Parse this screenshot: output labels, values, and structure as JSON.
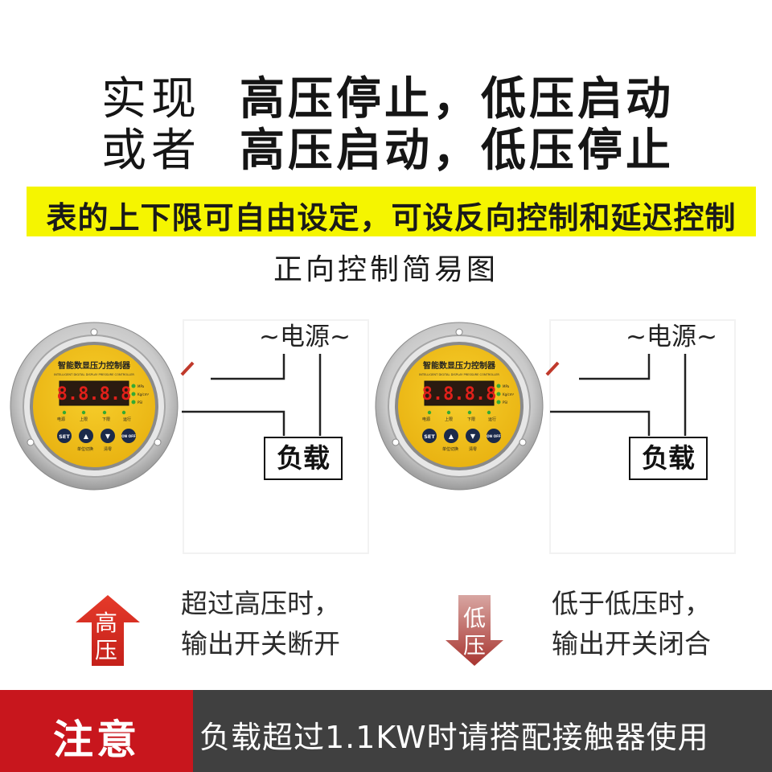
{
  "header": {
    "line1_label": "实现",
    "line1_text": "高压停止，低压启动",
    "line2_label": "或者",
    "line2_text": "高压启动，低压停止"
  },
  "banner_text": "表的上下限可自由设定，可设反向控制和延迟控制",
  "subtitle": "正向控制简易图",
  "diagrams": [
    {
      "power_label": "~电源~",
      "load_label": "负载",
      "device": {
        "title": "智能数显压力控制器",
        "subtitle": "INTELLIGENT DIGITAL DISPLAY PRESSURE CONTROLLER",
        "display_value": "8.8.8.8",
        "units": [
          "MPa",
          "Kg/cm²",
          "PSI"
        ],
        "indicators": [
          "电源",
          "上限",
          "下限",
          "运行"
        ],
        "buttons": [
          "SET",
          "▲",
          "▼",
          "ON OFF"
        ],
        "bottom_labels": [
          "单位切换",
          "清零"
        ]
      }
    },
    {
      "power_label": "~电源~",
      "load_label": "负载",
      "device": {
        "title": "智能数显压力控制器",
        "subtitle": "INTELLIGENT DIGITAL DISPLAY PRESSURE CONTROLLER",
        "display_value": "8.8.8.8",
        "units": [
          "MPa",
          "Kg/cm²",
          "PSI"
        ],
        "indicators": [
          "电源",
          "上限",
          "下限",
          "运行"
        ],
        "buttons": [
          "SET",
          "▲",
          "▼",
          "ON OFF"
        ],
        "bottom_labels": [
          "单位切换",
          "清零"
        ]
      }
    }
  ],
  "high": {
    "arrow_text": "高压",
    "arrow_char1": "高",
    "arrow_char2": "压",
    "line1": "超过高压时，",
    "line2": "输出开关断开",
    "arrow_color": "#d42a1e"
  },
  "low": {
    "arrow_text": "低压",
    "arrow_char1": "低",
    "arrow_char2": "压",
    "line1": "低于低压时，",
    "line2": "输出开关闭合",
    "arrow_color": "#b03a35"
  },
  "notice": {
    "title": "注意",
    "text": "负载超过1.1KW时请搭配接触器使用",
    "title_bg": "#c8161d",
    "text_bg": "#404040"
  },
  "colors": {
    "banner": "#f5f500",
    "device_face": "#f3c21a",
    "led": "#e0201a"
  }
}
